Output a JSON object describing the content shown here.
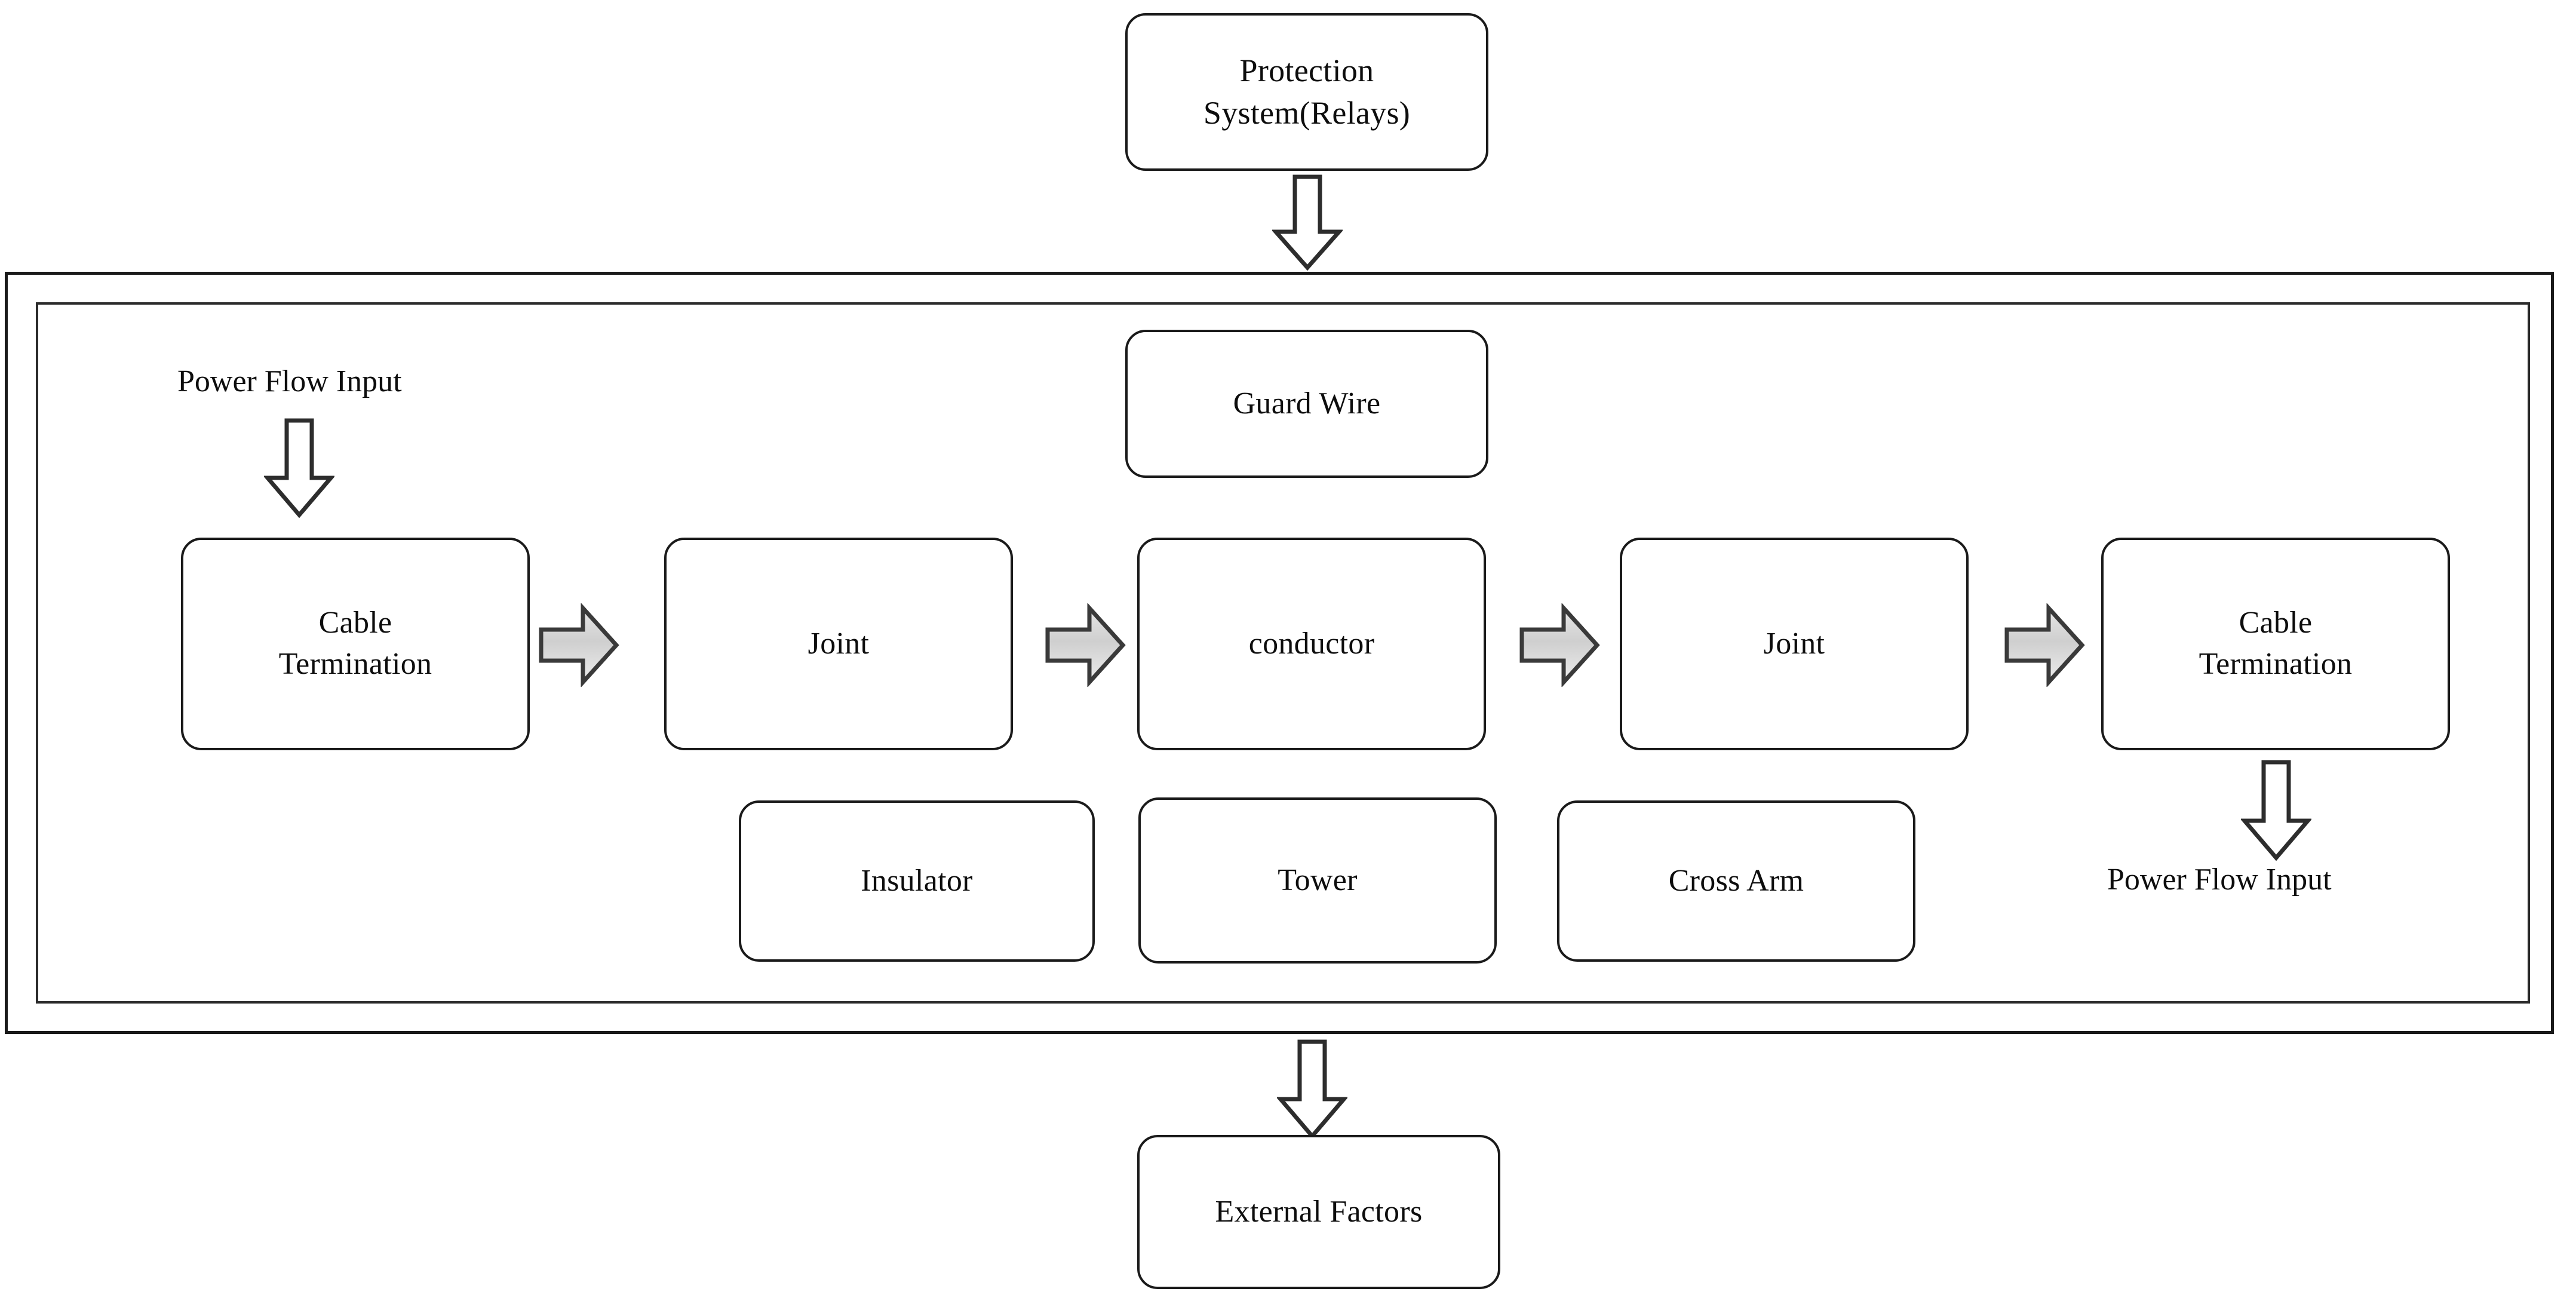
{
  "diagram": {
    "title_nodes": {
      "protection_system": "Protection\nSystem(Relays)",
      "guard_wire": "Guard Wire",
      "external_factors": "External Factors"
    },
    "chain": [
      {
        "id": "cable-termination-left",
        "label": "Cable\nTermination"
      },
      {
        "id": "joint-left",
        "label": "Joint"
      },
      {
        "id": "conductor",
        "label": "conductor"
      },
      {
        "id": "joint-right",
        "label": "Joint"
      },
      {
        "id": "cable-termination-right",
        "label": "Cable\nTermination"
      }
    ],
    "support_row": [
      {
        "id": "insulator",
        "label": "Insulator"
      },
      {
        "id": "tower",
        "label": "Tower"
      },
      {
        "id": "cross-arm",
        "label": "Cross Arm"
      }
    ],
    "labels": {
      "power_flow_input_left": "Power Flow Input",
      "power_flow_input_right": "Power Flow Input"
    },
    "arrows": {
      "protection_to_frame": "down-block-arrow",
      "input_to_cable_termination": "down-block-arrow",
      "cable_termination_to_output": "down-block-arrow",
      "frame_to_external_factors": "down-block-arrow",
      "chain_connectors": [
        "right-block-arrow",
        "right-block-arrow",
        "right-block-arrow",
        "right-block-arrow"
      ]
    },
    "colors": {
      "stroke": "#1a1a1a",
      "arrow_fill_right": "#d9d9d9",
      "arrow_fill_down": "#ffffff",
      "background": "#ffffff",
      "text": "#0d0d0d"
    }
  }
}
